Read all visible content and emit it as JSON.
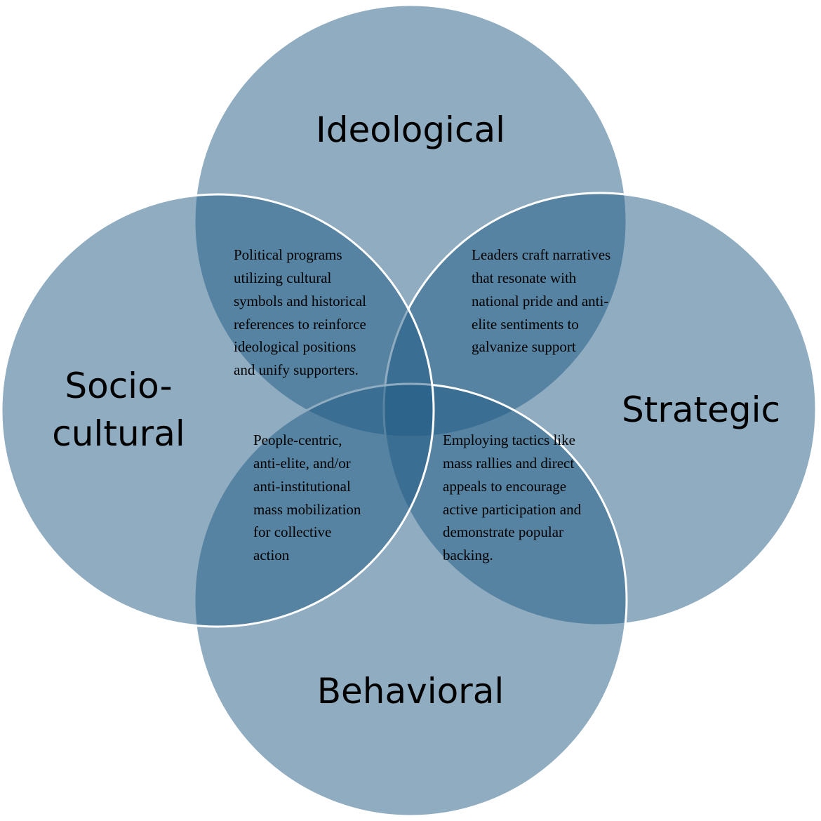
{
  "diagram": {
    "circles": {
      "ideological": {
        "label_lines": [
          "Ideological"
        ]
      },
      "strategic": {
        "label_lines": [
          "Strategic"
        ]
      },
      "behavioral": {
        "label_lines": [
          "Behavioral"
        ]
      },
      "sociocultural": {
        "label_lines": [
          "Socio-",
          "cultural"
        ]
      }
    },
    "overlaps": {
      "ideological_sociocultural": {
        "lines": [
          "Political programs",
          "utilizing cultural",
          "symbols and historical",
          "references to reinforce",
          "ideological positions",
          "and unify supporters."
        ]
      },
      "ideological_strategic": {
        "lines": [
          "Leaders craft narratives",
          "that resonate with",
          "national pride and anti-",
          "elite sentiments to",
          "galvanize support"
        ]
      },
      "sociocultural_behavioral": {
        "lines": [
          "People-centric,",
          "anti-elite, and/or",
          "anti-institutional",
          "mass mobilization",
          "for collective",
          "action"
        ]
      },
      "strategic_behavioral": {
        "lines": [
          "Employing tactics like",
          "mass rallies and direct",
          "appeals to encourage",
          "active participation and",
          "demonstrate popular",
          "backing."
        ]
      }
    },
    "colors": {
      "circle_fill": "#1F5A84",
      "circle_stroke": "#FFFFFF",
      "background": "#FFFFFF"
    }
  }
}
